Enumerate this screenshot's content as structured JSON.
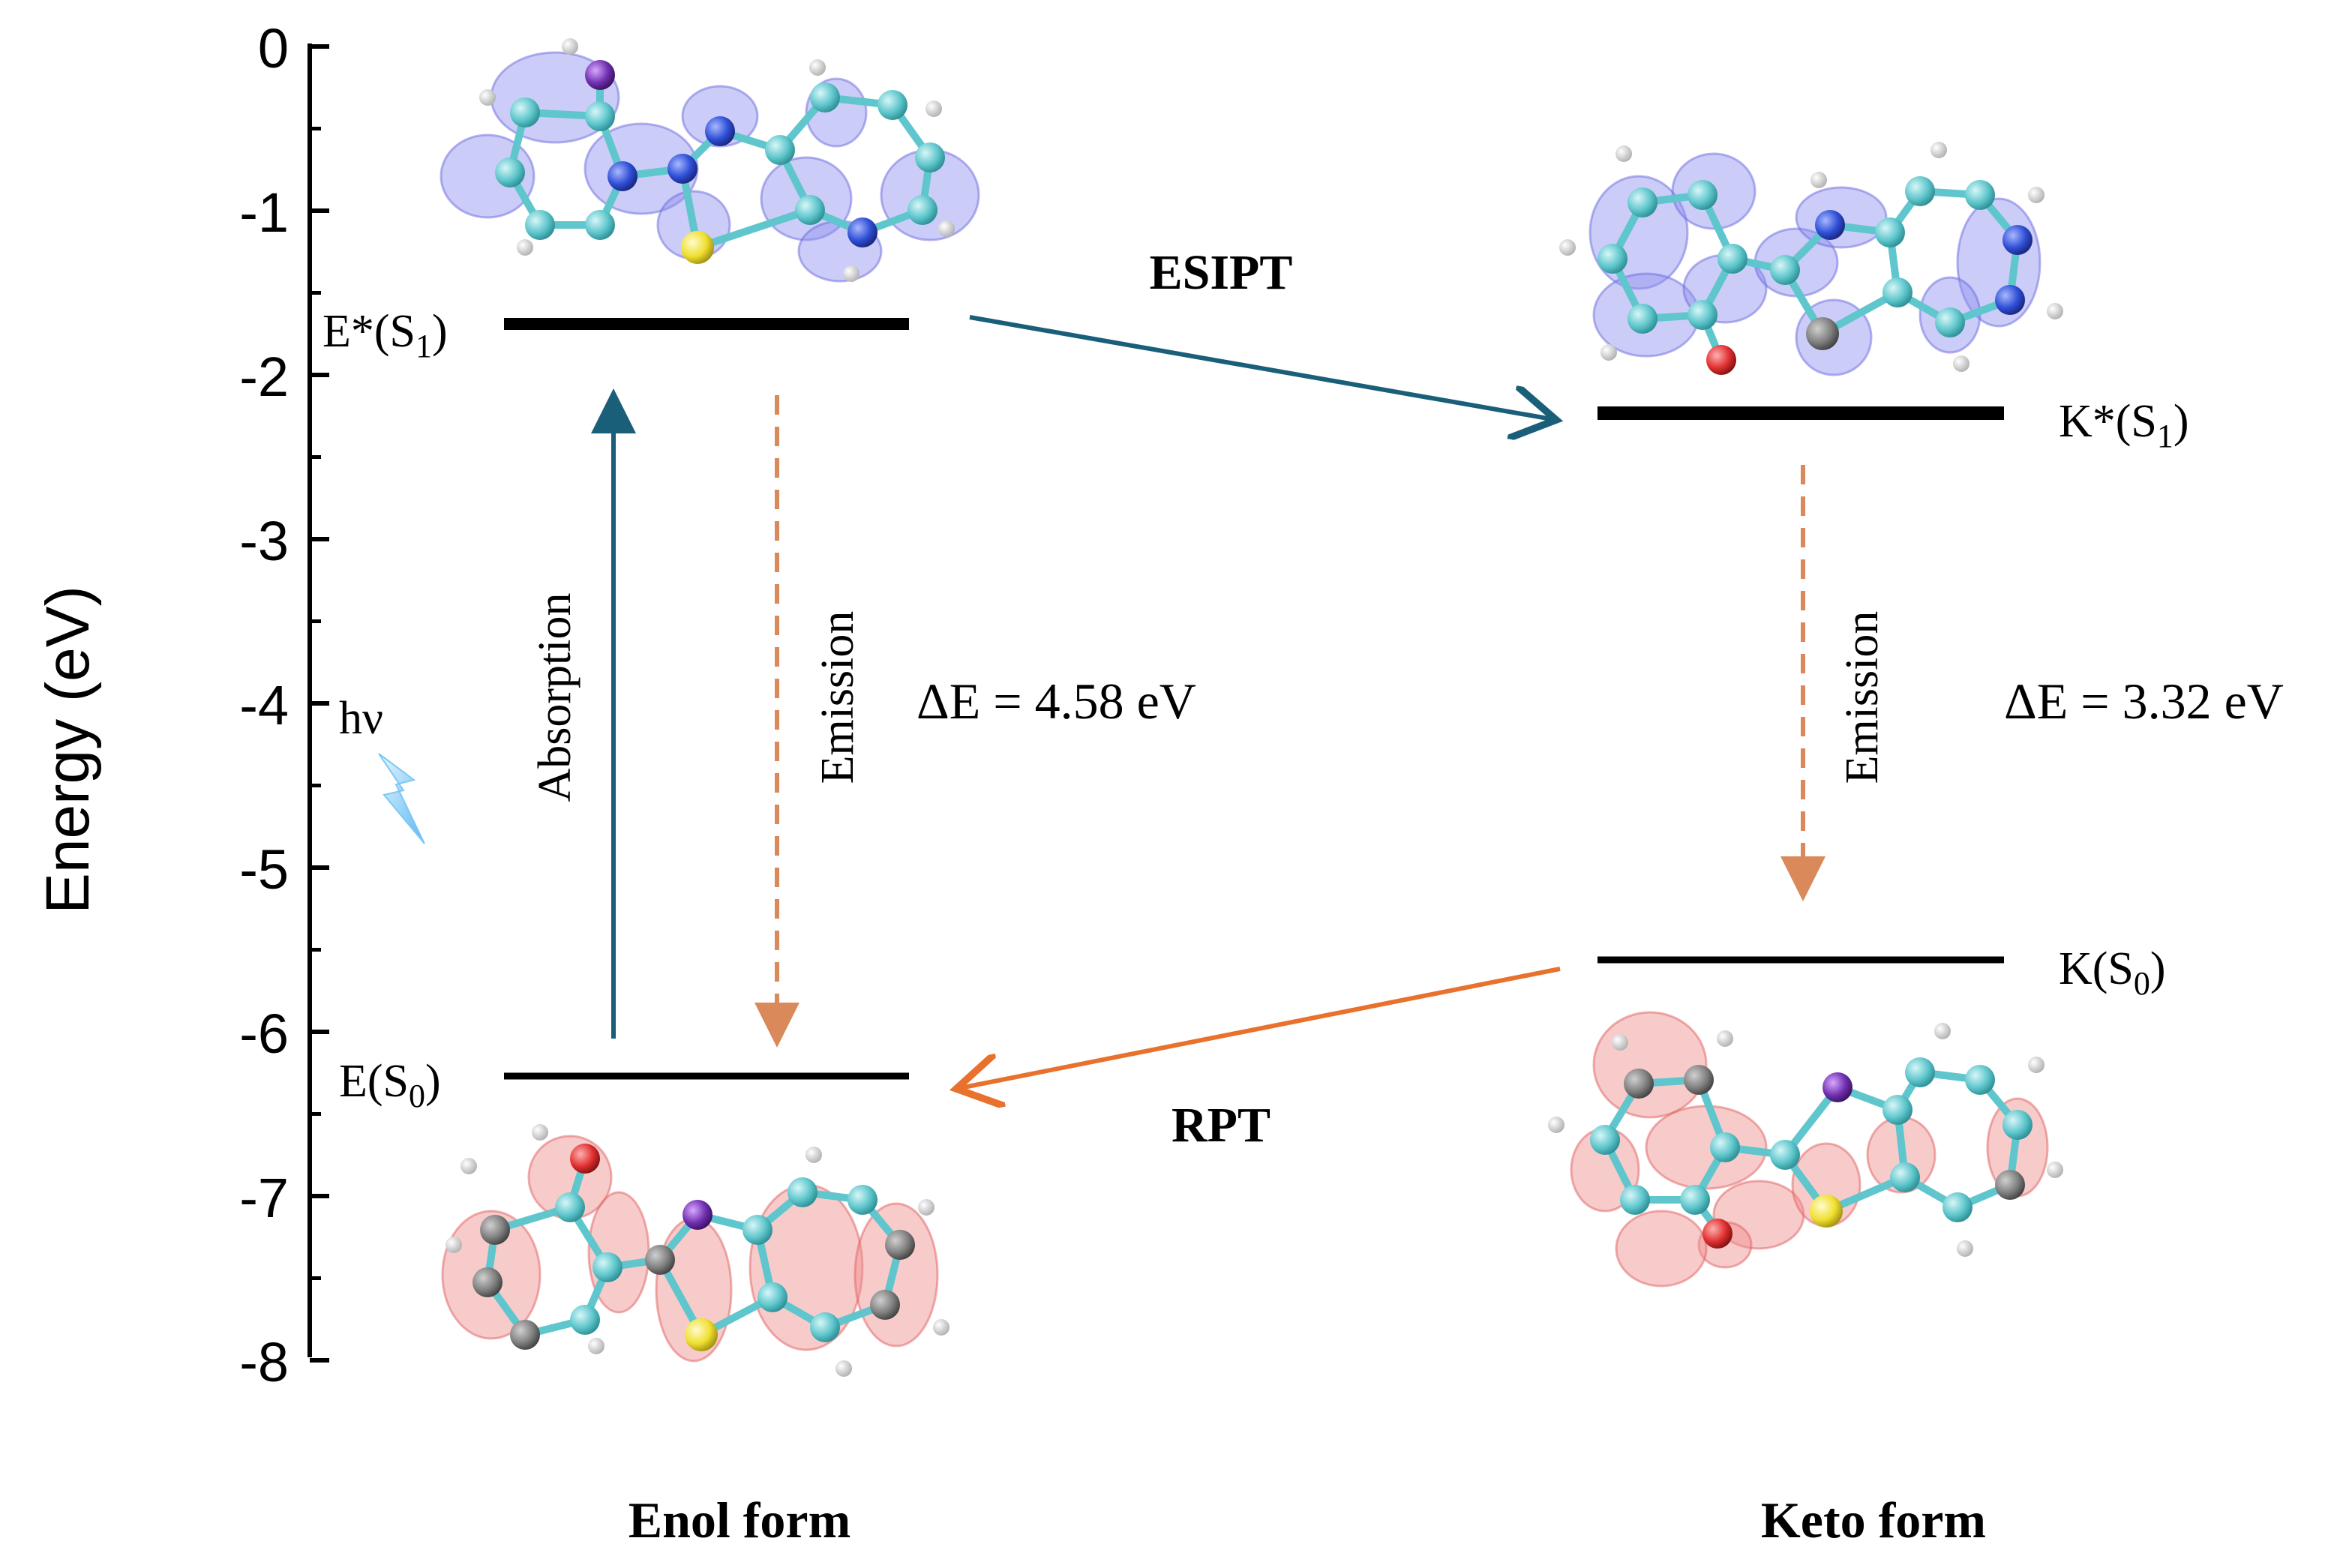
{
  "axis": {
    "ylabel": "Energy (eV)",
    "ticks": [
      "0",
      "-1",
      "-2",
      "-3",
      "-4",
      "-5",
      "-6",
      "-7",
      "-8"
    ],
    "tick_values": [
      0,
      -1,
      -2,
      -3,
      -4,
      -5,
      -6,
      -7,
      -8
    ],
    "ylim": [
      -8,
      0
    ],
    "minor_ticks": true
  },
  "levels": {
    "enol_excited": {
      "label": "E*(S",
      "sub": "1",
      "close": ")",
      "energy": -1.7
    },
    "enol_ground": {
      "label": "E(S",
      "sub": "0",
      "close": ")",
      "energy": -6.3
    },
    "keto_excited": {
      "label": "K*(S",
      "sub": "1",
      "close": ")",
      "energy": -2.25
    },
    "keto_ground": {
      "label": "K(S",
      "sub": "0",
      "close": ")",
      "energy": -5.6
    }
  },
  "transitions": {
    "absorption": "Absorption",
    "enol_emission": "Emission",
    "keto_emission": "Emission",
    "esipt": "ESIPT",
    "rpt": "RPT"
  },
  "gaps": {
    "enol": "ΔE = 4.58 eV",
    "keto": "ΔE = 3.32 eV"
  },
  "photon": "hν",
  "forms": {
    "enol": "Enol form",
    "keto": "Keto form"
  },
  "colors": {
    "absorption": "#1a5f7a",
    "esipt": "#1a5f7a",
    "emission": "#d9895a",
    "rpt": "#e8722d",
    "homo_lobe": "#f08b8b",
    "lumo_lobe": "#8e8ef0",
    "atom_carbon": "#5ec6cc",
    "atom_nitrogen": "#2f4fd6",
    "atom_oxygen": "#e03030",
    "atom_sulfur": "#f0e030"
  }
}
